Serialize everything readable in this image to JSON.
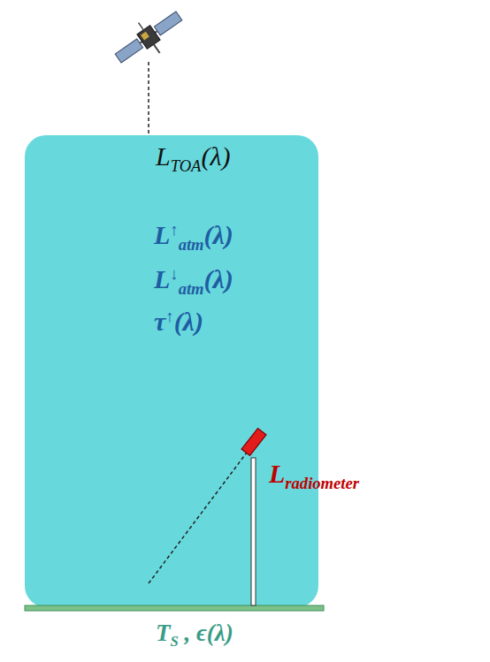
{
  "diagram": {
    "nodes": [
      {
        "text": [
          "LTOA(λ)",
          "L↑atm(λ)",
          "L↓atm(λ)",
          "τ↑(λ)"
        ]
      }
    ],
    "labels": [
      "Lradiometer",
      "TS , ϵ(λ)"
    ]
  }
}
